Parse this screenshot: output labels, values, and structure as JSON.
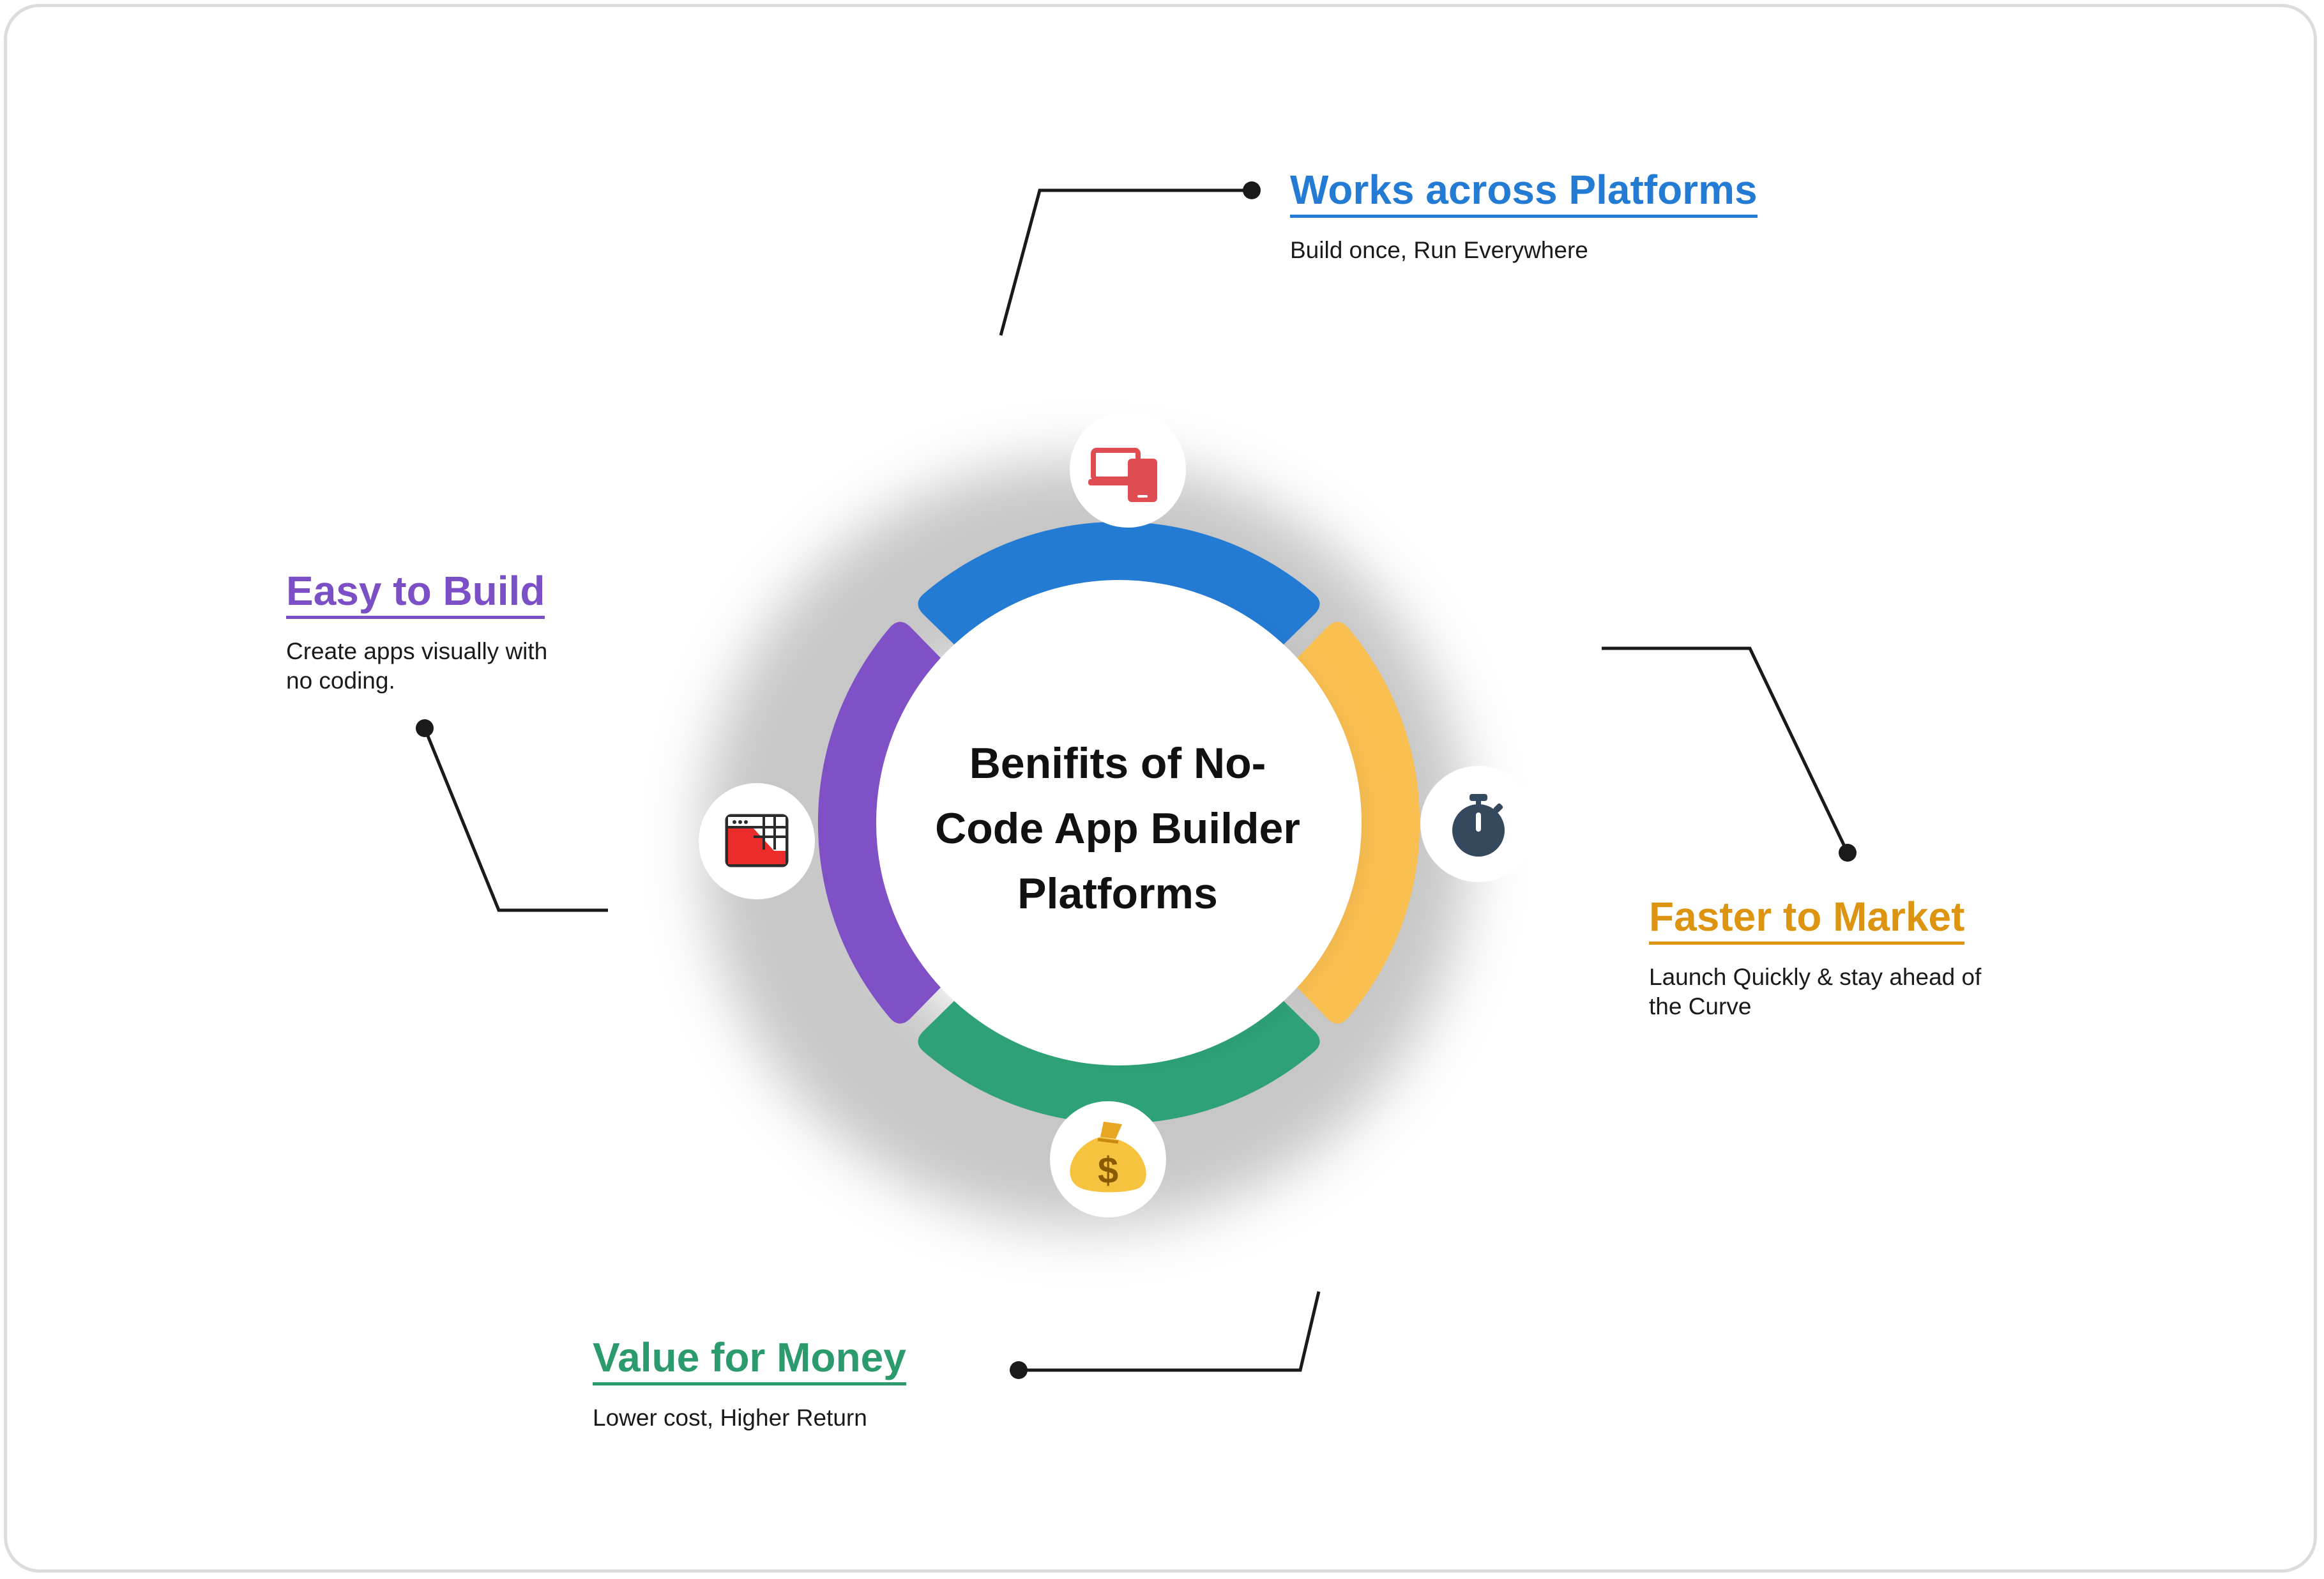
{
  "center": {
    "title_lines": [
      "Benifits of No-",
      "Code App Builder",
      "Platforms"
    ]
  },
  "benefits": {
    "platforms": {
      "title": "Works across Platforms",
      "description": "Build once, Run Everywhere",
      "color": "#247bd4",
      "icon": "laptop-tablet-icon"
    },
    "market": {
      "title": "Faster to Market",
      "description_lines": [
        "Launch Quickly & stay ahead of",
        "the Curve"
      ],
      "color": "#f9bf51",
      "title_color": "#dd9410",
      "icon": "stopwatch-icon"
    },
    "money": {
      "title": "Value for Money",
      "description": "Lower cost, Higher Return",
      "color": "#2ea276",
      "title_color": "#2b9a6c",
      "icon": "money-bag-icon"
    },
    "build": {
      "title": "Easy to Build",
      "description_lines": [
        "Create apps visually with",
        "no coding."
      ],
      "color": "#8051c6",
      "title_color": "#7b4fc5",
      "icon": "browser-grid-icon"
    }
  }
}
